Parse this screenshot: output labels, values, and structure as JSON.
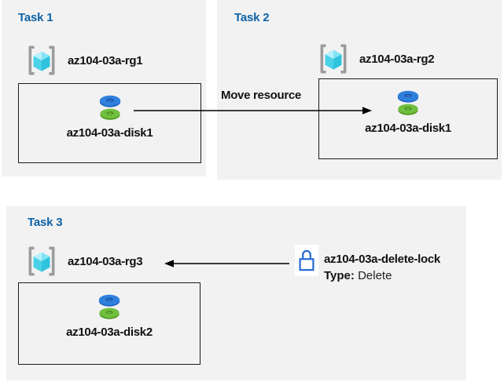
{
  "page": {
    "background": "#ffffff",
    "panel_background": "#f2f2f2",
    "accent_blue": "#0d63a8",
    "text_color": "#111111",
    "arrow_color": "#000000",
    "lock_blue": "#2a6bd4",
    "box_border": "#1b1b1b"
  },
  "tasks": [
    {
      "title": "Task 1",
      "resource_group": "az104-03a-rg1",
      "resource": "az104-03a-disk1"
    },
    {
      "title": "Task 2",
      "resource_group": "az104-03a-rg2",
      "resource": "az104-03a-disk1"
    },
    {
      "title": "Task 3",
      "resource_group": "az104-03a-rg3",
      "resource": "az104-03a-disk2"
    }
  ],
  "connectors": {
    "move": {
      "label": "Move resource",
      "direction": "right"
    },
    "lock_arrow": {
      "direction": "left"
    }
  },
  "lock_annotation": {
    "name": "az104-03a-delete-lock",
    "type_label": "Type:",
    "type_value": "Delete"
  },
  "icons": {
    "resource_group": "azure-resource-group-icon",
    "disk": "azure-disk-icon",
    "lock": "delete-lock-icon"
  }
}
